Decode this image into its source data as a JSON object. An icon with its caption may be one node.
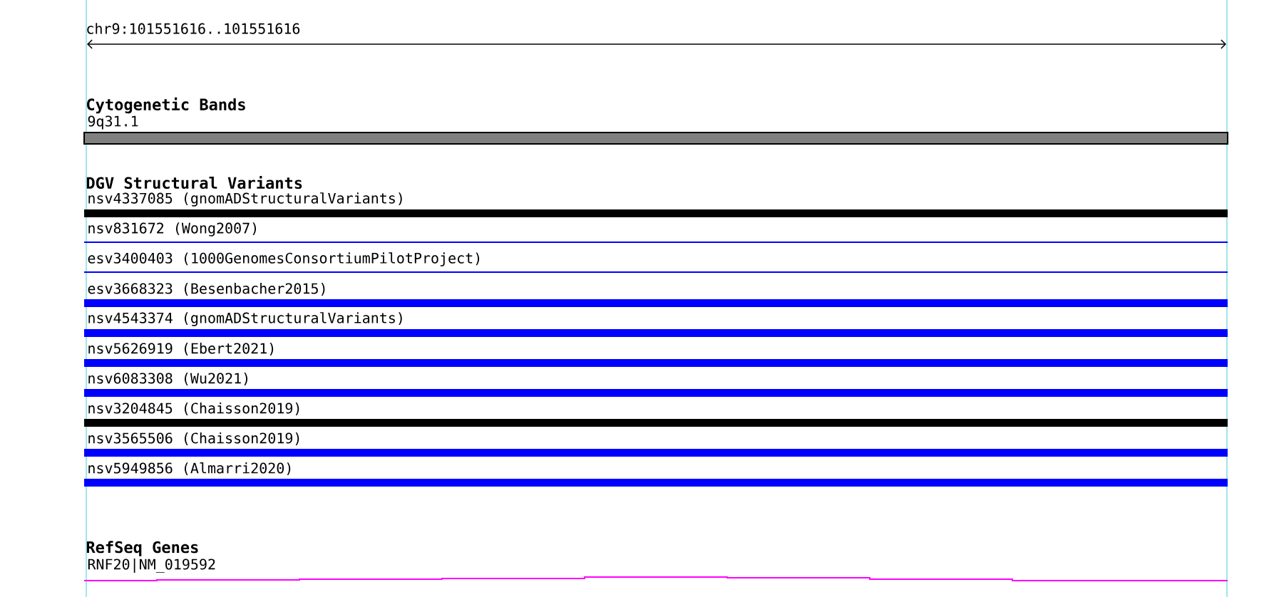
{
  "diagram": {
    "nodes": [
      {
        "text": [
          "9q31.1"
        ]
      },
      {
        "text": [
          "nsv4337085 (gnomADStructuralVariants)"
        ]
      },
      {
        "text": [
          "nsv831672 (Wong2007)"
        ]
      },
      {
        "text": [
          "esv3400403 (1000GenomesConsortiumPilotProject)"
        ]
      },
      {
        "text": [
          "esv3668323 (Besenbacher2015)"
        ]
      },
      {
        "text": [
          "nsv4543374 (gnomADStructuralVariants)"
        ]
      },
      {
        "text": [
          "nsv5626919 (Ebert2021)"
        ]
      },
      {
        "text": [
          "nsv6083308 (Wu2021)"
        ]
      },
      {
        "text": [
          "nsv3204845 (Chaisson2019)"
        ]
      },
      {
        "text": [
          "nsv3565506 (Chaisson2019)"
        ]
      },
      {
        "text": [
          "nsv5949856 (Almarri2020)"
        ]
      },
      {
        "text": [
          "RNF20|NM_019592"
        ]
      }
    ],
    "labels": [
      "chr9:101551616..101551616",
      "Cytogenetic Bands",
      "DGV Structural Variants",
      "RefSeq Genes"
    ]
  }
}
